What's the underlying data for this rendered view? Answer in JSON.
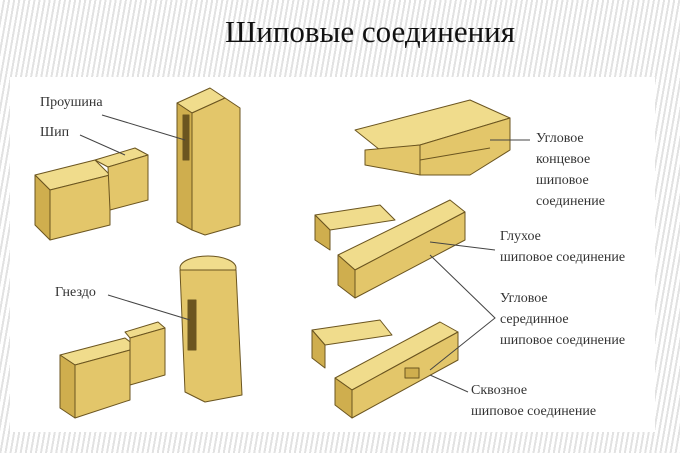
{
  "title": "Шиповые соединения",
  "labels": {
    "proushina": "Проушина",
    "ship": "Шип",
    "gnezdo": "Гнездо",
    "corner_end": "Угловое\nконцевое\nшиповое\nсоединение",
    "blind": "Глухое\nшиповое соединение",
    "corner_middle": "Угловое\nсерединное\nшиповое соединение",
    "through": "Сквозное\nшиповое соединение"
  },
  "colors": {
    "wood_top": "#f0dc8c",
    "wood_front": "#e3c66a",
    "wood_side": "#cfae4e",
    "lines": "#444444"
  }
}
